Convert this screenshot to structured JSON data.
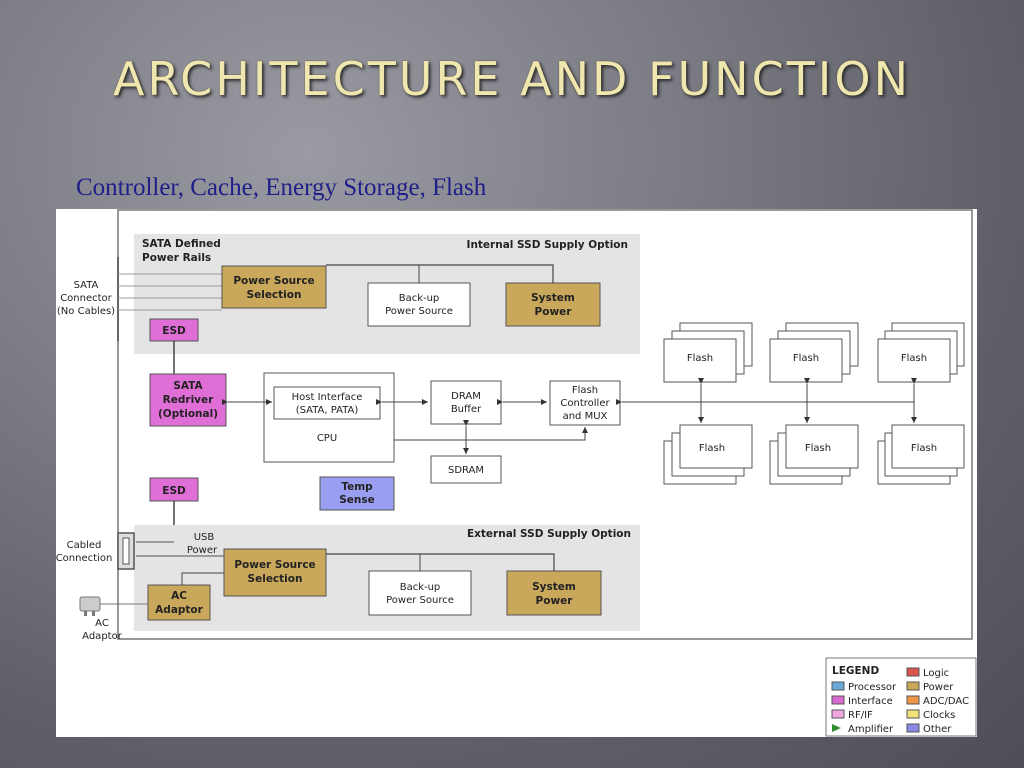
{
  "title": "ARCHITECTURE AND FUNCTION",
  "subtitle": "Controller,  Cache, Energy Storage, Flash",
  "diagram": {
    "sata_defined_l1": "SATA Defined",
    "sata_defined_l2": "Power Rails",
    "internal_option": "Internal SSD Supply Option",
    "external_option": "External SSD Supply Option",
    "sata_conn_l1": "SATA",
    "sata_conn_l2": "Connector",
    "sata_conn_l3": "(No Cables)",
    "pss_top_l1": "Power Source",
    "pss_top_l2": "Selection",
    "backup_top_l1": "Back-up",
    "backup_top_l2": "Power Source",
    "syspower_top_l1": "System",
    "syspower_top_l2": "Power",
    "esd_top": "ESD",
    "redriver_l1": "SATA",
    "redriver_l2": "Redriver",
    "redriver_l3": "(Optional)",
    "host_if_l1": "Host Interface",
    "host_if_l2": "(SATA, PATA)",
    "cpu": "CPU",
    "dram_l1": "DRAM",
    "dram_l2": "Buffer",
    "sdram": "SDRAM",
    "flash_ctrl_l1": "Flash",
    "flash_ctrl_l2": "Controller",
    "flash_ctrl_l3": "and MUX",
    "flash": "Flash",
    "esd_bottom": "ESD",
    "temp_l1": "Temp",
    "temp_l2": "Sense",
    "cabled_l1": "Cabled",
    "cabled_l2": "Connection",
    "usb_l1": "USB",
    "usb_l2": "Power",
    "pss_bot_l1": "Power Source",
    "pss_bot_l2": "Selection",
    "backup_bot_l1": "Back-up",
    "backup_bot_l2": "Power Source",
    "syspower_bot_l1": "System",
    "syspower_bot_l2": "Power",
    "ac_adaptor_box_l1": "AC",
    "ac_adaptor_box_l2": "Adaptor",
    "ac_plug_l1": "AC",
    "ac_plug_l2": "Adaptor"
  },
  "legend": {
    "title": "LEGEND",
    "items": [
      {
        "label": "Processor",
        "color": "#6aaad8"
      },
      {
        "label": "Interface",
        "color": "#d96ad0"
      },
      {
        "label": "RF/IF",
        "color": "#f0a6e0"
      },
      {
        "label": "Amplifier",
        "color": "#2e8b2e"
      },
      {
        "label": "Logic",
        "color": "#d9534f"
      },
      {
        "label": "Power",
        "color": "#c9a85c"
      },
      {
        "label": "ADC/DAC",
        "color": "#f0954a"
      },
      {
        "label": "Clocks",
        "color": "#f3e27a"
      },
      {
        "label": "Other",
        "color": "#8a8ae6"
      }
    ]
  },
  "colors": {
    "power_fill": "#c9a85c",
    "interface_fill": "#df6fd6",
    "other_fill": "#9a9ef0",
    "supply_band": "#e4e4e4",
    "title_color": "#efe6b0",
    "subtitle_color": "#1f1f8a"
  }
}
